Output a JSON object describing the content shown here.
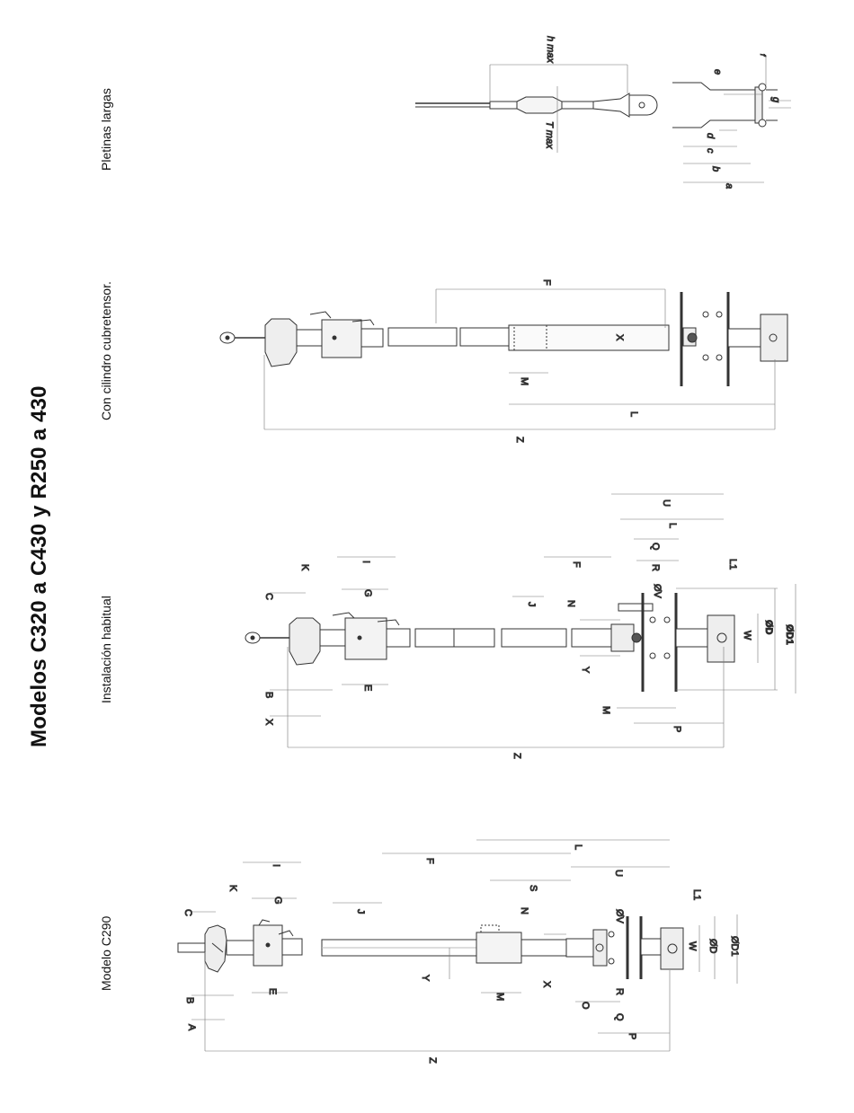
{
  "title": "Modelos C320 a C430 y R250  a 430",
  "sections": {
    "c290": "Modelo C290",
    "habitual": "Instalación habitual",
    "cubre": "Con cilindro cubretensor.",
    "pletinas": "Pletinas largas"
  },
  "dims_c290": {
    "A": "A",
    "B": "B",
    "C": "C",
    "K": "K",
    "E": "E",
    "G": "G",
    "I": "I",
    "J": "J",
    "F": "F",
    "Y": "Y",
    "M": "M",
    "S": "S",
    "N": "N",
    "X": "X",
    "L": "L",
    "U": "U",
    "O": "O",
    "R": "R",
    "Q": "Q",
    "V": "ØV",
    "P": "P",
    "L1": "L1",
    "W": "W",
    "D": "ØD",
    "D1": "ØD1",
    "Z": "Z"
  },
  "dims_habitual": {
    "X": "X",
    "B": "B",
    "C": "C",
    "K": "K",
    "E": "E",
    "G": "G",
    "I": "I",
    "J": "J",
    "F": "F",
    "N": "N",
    "Y": "Y",
    "M": "M",
    "U": "U",
    "L": "L",
    "Q": "Q",
    "R": "R",
    "V": "ØV",
    "L1": "L1",
    "W": "W",
    "D": "ØD",
    "D1": "ØD1",
    "P": "P",
    "Z": "Z"
  },
  "dims_cubre": {
    "F": "F",
    "M": "M",
    "X": "X",
    "L": "L",
    "Z": "Z"
  },
  "dims_pletinas": {
    "hmax": "h max",
    "Tmax": "T max",
    "e": "e",
    "g": "g",
    "d": "d",
    "c": "c",
    "b": "b",
    "a": "a",
    "f": "f"
  }
}
